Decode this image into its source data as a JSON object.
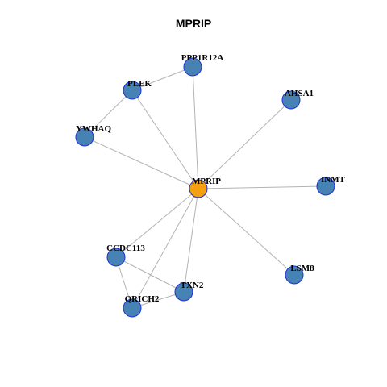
{
  "title": "MPRIP",
  "colors": {
    "hub": "#f5a10f",
    "node": "#4682b4",
    "node_border": "#1f2fd6",
    "edge": "#b3b3b3"
  },
  "nodes": [
    {
      "id": "MPRIP",
      "label": "MPRIP",
      "hub": true
    },
    {
      "id": "PPP1R12A",
      "label": "PPP1R12A"
    },
    {
      "id": "PLEK",
      "label": "PLEK"
    },
    {
      "id": "AHSA1",
      "label": "AHSA1"
    },
    {
      "id": "YWHAQ",
      "label": "YWHAQ"
    },
    {
      "id": "INMT",
      "label": "INMT"
    },
    {
      "id": "CCDC113",
      "label": "CCDC113"
    },
    {
      "id": "LSM8",
      "label": "LSM8"
    },
    {
      "id": "TXN2",
      "label": "TXN2"
    },
    {
      "id": "QRICH2",
      "label": "QRICH2"
    }
  ],
  "edges": [
    [
      "MPRIP",
      "PPP1R12A"
    ],
    [
      "MPRIP",
      "PLEK"
    ],
    [
      "MPRIP",
      "AHSA1"
    ],
    [
      "MPRIP",
      "YWHAQ"
    ],
    [
      "MPRIP",
      "INMT"
    ],
    [
      "MPRIP",
      "CCDC113"
    ],
    [
      "MPRIP",
      "LSM8"
    ],
    [
      "MPRIP",
      "TXN2"
    ],
    [
      "MPRIP",
      "QRICH2"
    ],
    [
      "PLEK",
      "PPP1R12A"
    ],
    [
      "PLEK",
      "YWHAQ"
    ],
    [
      "CCDC113",
      "TXN2"
    ],
    [
      "CCDC113",
      "QRICH2"
    ],
    [
      "QRICH2",
      "TXN2"
    ]
  ]
}
